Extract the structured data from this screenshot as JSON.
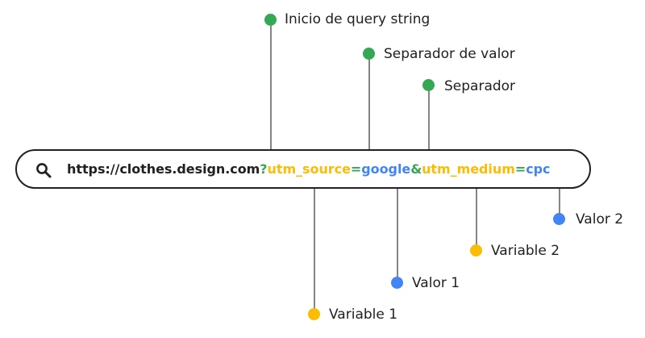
{
  "url": {
    "segments": [
      {
        "text": "https://clothes.design.com",
        "role": "base"
      },
      {
        "text": "?",
        "role": "separator"
      },
      {
        "text": "utm_source",
        "role": "variable"
      },
      {
        "text": "=",
        "role": "separator"
      },
      {
        "text": "google",
        "role": "value"
      },
      {
        "text": "&",
        "role": "separator"
      },
      {
        "text": "utm_medium",
        "role": "variable"
      },
      {
        "text": "=",
        "role": "separator"
      },
      {
        "text": "cpc",
        "role": "value"
      }
    ]
  },
  "annotations": {
    "query_start": {
      "label": "Inicio de query string",
      "color": "green"
    },
    "value_separator": {
      "label": "Separador de valor",
      "color": "green"
    },
    "separator": {
      "label": "Separador",
      "color": "green"
    },
    "variable_1": {
      "label": "Variable 1",
      "color": "yellow"
    },
    "value_1": {
      "label": "Valor 1",
      "color": "blue"
    },
    "variable_2": {
      "label": "Variable 2",
      "color": "yellow"
    },
    "value_2": {
      "label": "Valor 2",
      "color": "blue"
    }
  },
  "colors": {
    "green": "#34a853",
    "yellow": "#fbbc04",
    "blue": "#4285f4",
    "text": "#202124",
    "line": "#333333"
  },
  "icons": {
    "search": "search-icon"
  }
}
